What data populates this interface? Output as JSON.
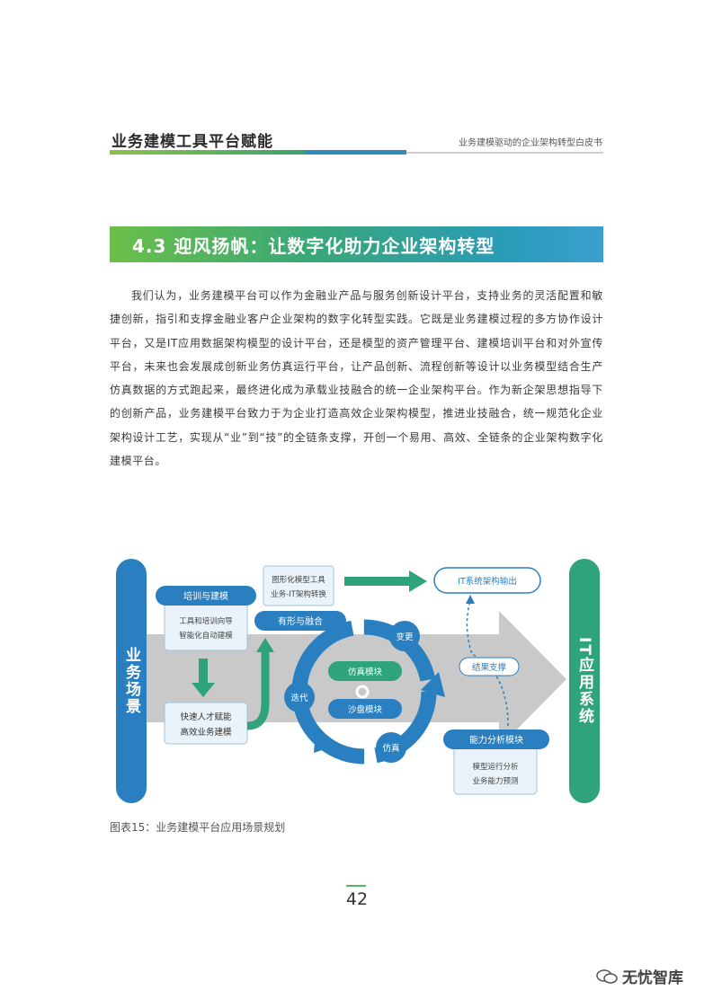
{
  "header": {
    "title": "业务建模工具平台赋能",
    "subtitle": "业务建模驱动的企业架构转型白皮书"
  },
  "section": {
    "title": "4.3 迎风扬帆：让数字化助力企业架构转型"
  },
  "body": {
    "paragraph": "我们认为，业务建模平台可以作为金融业产品与服务创新设计平台，支持业务的灵活配置和敏捷创新，指引和支撑金融业客户企业架构的数字化转型实践。它既是业务建模过程的多方协作设计平台，又是IT应用数据架构模型的设计平台，还是模型的资产管理平台、建模培训平台和对外宣传平台，未来也会发展成创新业务仿真运行平台，让产品创新、流程创新等设计以业务模型结合生产仿真数据的方式跑起来，最终进化成为承载业技融合的统一企业架构平台。作为新企架思想指导下的创新产品，业务建模平台致力于为企业打造高效企业架构模型，推进业技融合，统一规范化企业架构设计工艺，实现从“业”到“技”的全链条支撑，开创一个易用、高效、全链条的企业架构数字化建模平台。"
  },
  "diagram": {
    "left_pillar": "业务场景",
    "right_pillar": "IT应用系统",
    "training": "培训与建模",
    "training_sub1": "工具和培训向导",
    "training_sub2": "智能化自动建模",
    "talent1": "快速人才赋能",
    "talent2": "高效业务建模",
    "graphic1": "图形化模型工具",
    "graphic2": "业务-IT架构转换",
    "fusion": "有形与融合",
    "it_output": "IT系统架构输出",
    "result": "结果支撑",
    "change": "变更",
    "iterate": "迭代",
    "simulate": "仿真",
    "sim_module": "仿真模块",
    "sand_module": "沙盘模块",
    "capability": "能力分析模块",
    "cap_sub1": "模型运行分析",
    "cap_sub2": "业务能力预测"
  },
  "caption": "图表15：业务建模平台应用场景规划",
  "page_number": "42",
  "watermark": "无忧智库",
  "colors": {
    "blue": "#2a7fc1",
    "green": "#2fa37a",
    "gray_arrow": "#c8c8c8"
  }
}
